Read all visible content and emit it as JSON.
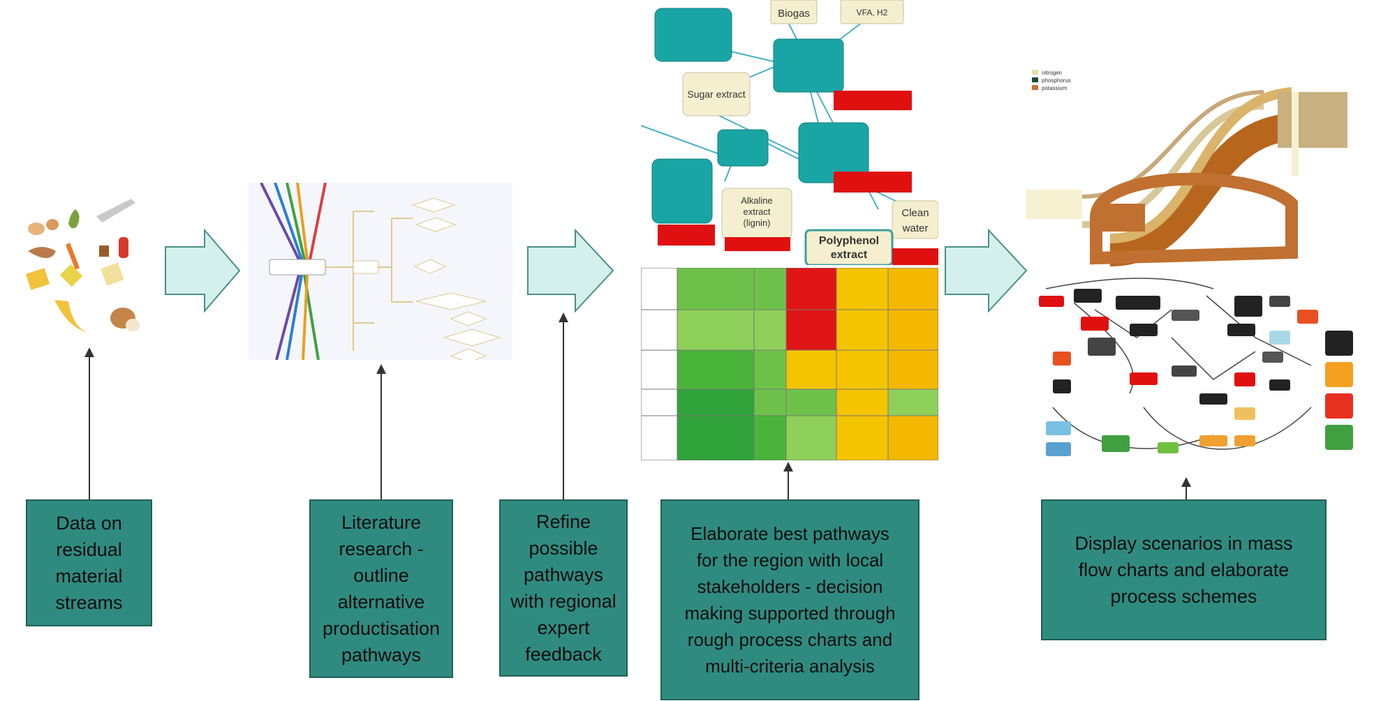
{
  "steps": [
    {
      "label": "Data on\nresidual\nmaterial\nstreams"
    },
    {
      "label": "Literature\nresearch -\noutline\nalternative\nproductisation\npathways"
    },
    {
      "label": "Refine\npossible\npathways\nwith regional\nexpert\nfeedback"
    },
    {
      "label": "Elaborate best pathways\nfor the region with local\nstakeholders -  decision\nmaking supported through\nrough process charts and\nmulti-criteria analysis"
    },
    {
      "label": "Display scenarios in mass\nflow charts and elaborate\nprocess schemes"
    }
  ],
  "process_chart": {
    "biogas": "Biogas",
    "vfa": "VFA, H2",
    "sugar_extract": "Sugar extract",
    "alkaline_extract": "Alkaline\nextract\n(lignin)",
    "clean_water": "Clean\nwater",
    "polyphenol_extract": "Polyphenol\nextract"
  },
  "colors": {
    "step_box": "#2f8b80",
    "big_arrow_fill": "#d4f0ec",
    "big_arrow_stroke": "#4a8f86",
    "process_teal": "#1aa5a5",
    "process_cream": "#f5efcf",
    "process_red": "#e01010"
  },
  "icons": [
    "food-waste-icons",
    "right-arrow-icon",
    "mind-map-thumbnail",
    "mca-matrix-thumbnail",
    "sankey-thumbnail",
    "process-scheme-thumbnail"
  ]
}
